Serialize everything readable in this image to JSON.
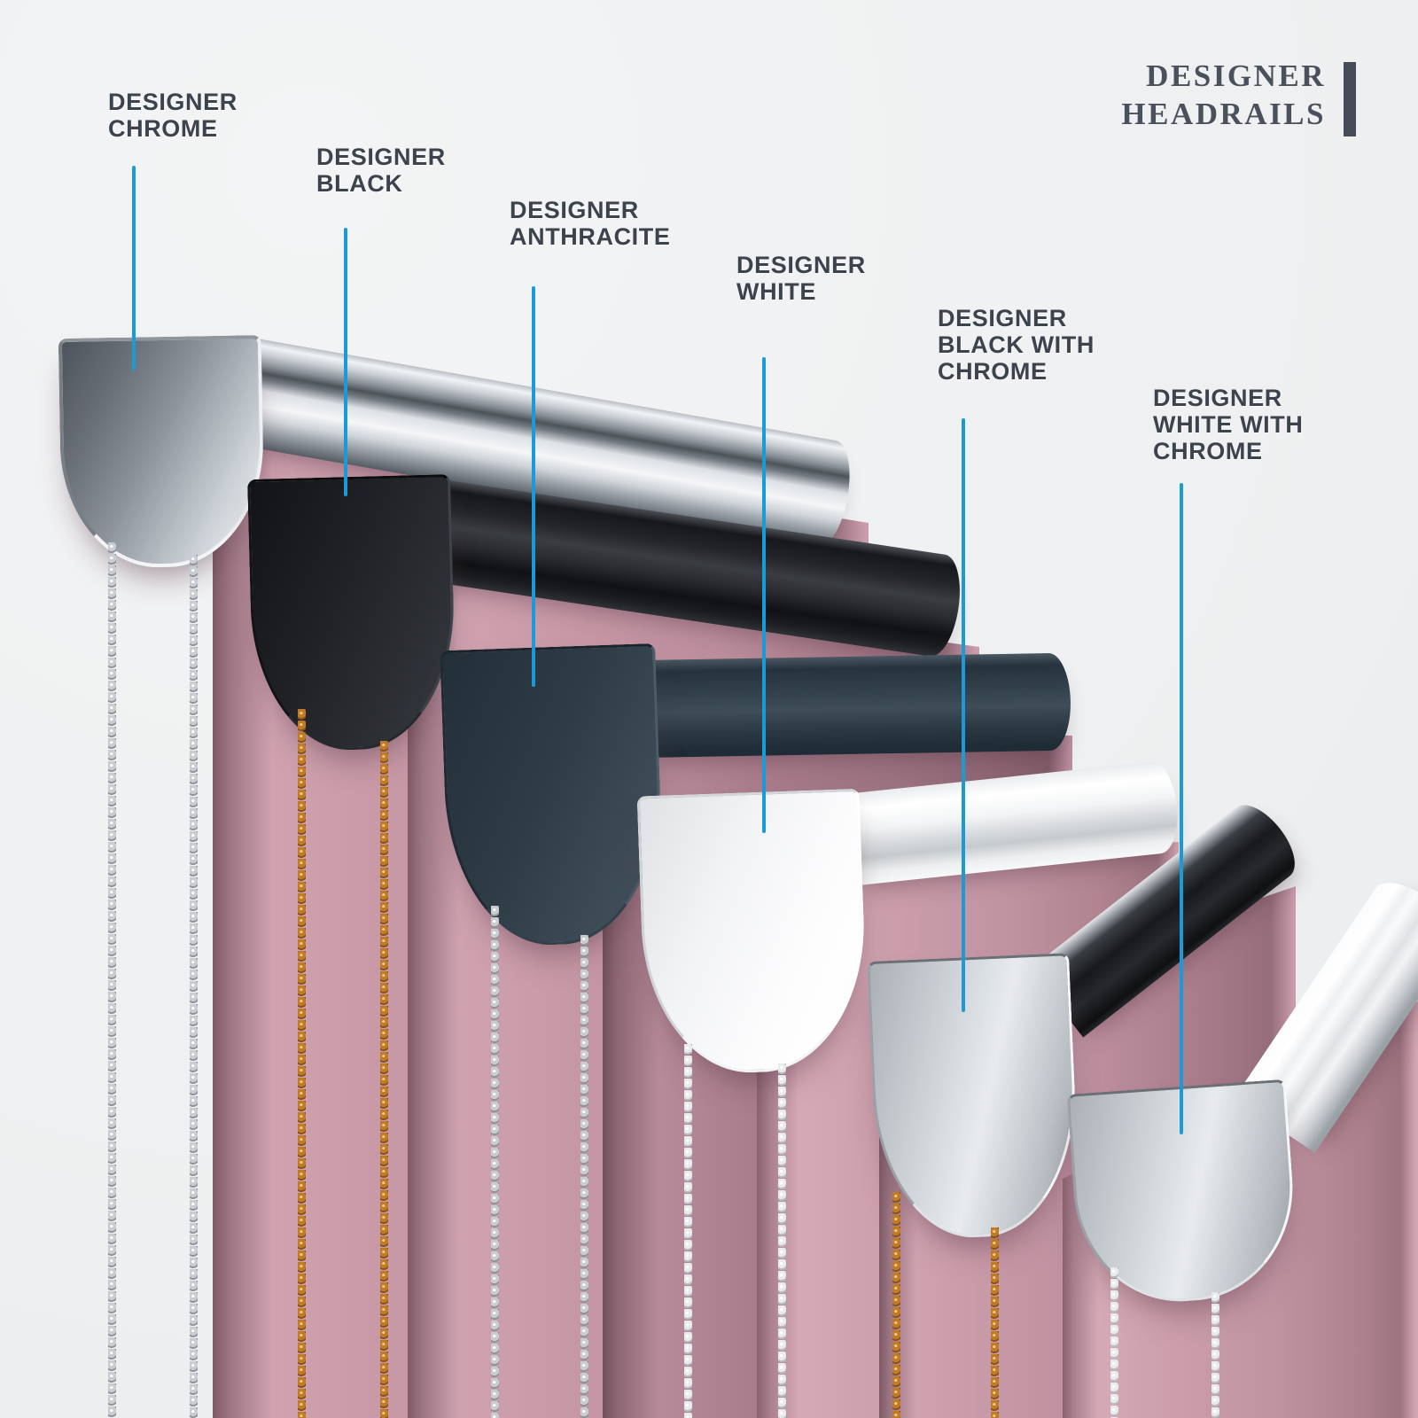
{
  "brand": {
    "line1": "DESIGNER",
    "line2": "HEADRAILS",
    "text_color": "#4a515c",
    "bar_color": "#454c57"
  },
  "labels": [
    {
      "id": "designer-chrome",
      "lines": [
        "DESIGNER",
        "CHROME"
      ]
    },
    {
      "id": "designer-black",
      "lines": [
        "DESIGNER",
        "BLACK"
      ]
    },
    {
      "id": "designer-anthracite",
      "lines": [
        "DESIGNER",
        "ANTHRACITE"
      ]
    },
    {
      "id": "designer-white",
      "lines": [
        "DESIGNER",
        "WHITE"
      ]
    },
    {
      "id": "designer-black-with-chrome",
      "lines": [
        "DESIGNER",
        "BLACK WITH",
        "CHROME"
      ]
    },
    {
      "id": "designer-white-with-chrome",
      "lines": [
        "DESIGNER",
        "WHITE WITH",
        "CHROME"
      ]
    }
  ],
  "headrails": [
    {
      "name": "Designer Chrome",
      "rail_color": "#c8cdd2",
      "cap_color": "#8a9199",
      "chain_color": "#c9cdd1"
    },
    {
      "name": "Designer Black",
      "rail_color": "#232529",
      "cap_color": "#1f2125",
      "chain_color": "#c07b28"
    },
    {
      "name": "Designer Anthracite",
      "rail_color": "#31404a",
      "cap_color": "#2e3c46",
      "chain_color": "#c9cdd1"
    },
    {
      "name": "Designer White",
      "rail_color": "#f2f4f5",
      "cap_color": "#fdfdfe",
      "chain_color": "#e8eaec"
    },
    {
      "name": "Designer Black with Chrome",
      "rail_color": "#17191c",
      "cap_color": "#c6cbd0",
      "chain_color": "#c07b28"
    },
    {
      "name": "Designer White with Chrome",
      "rail_color": "#f9fafb",
      "cap_color": "#c6cbd0",
      "chain_color": "#e8eaec"
    }
  ],
  "style": {
    "background_color": "#eef0f1",
    "label_color": "#3c434d",
    "leader_line_color": "#1b9ad8",
    "fabric_color": "#c697a5"
  }
}
